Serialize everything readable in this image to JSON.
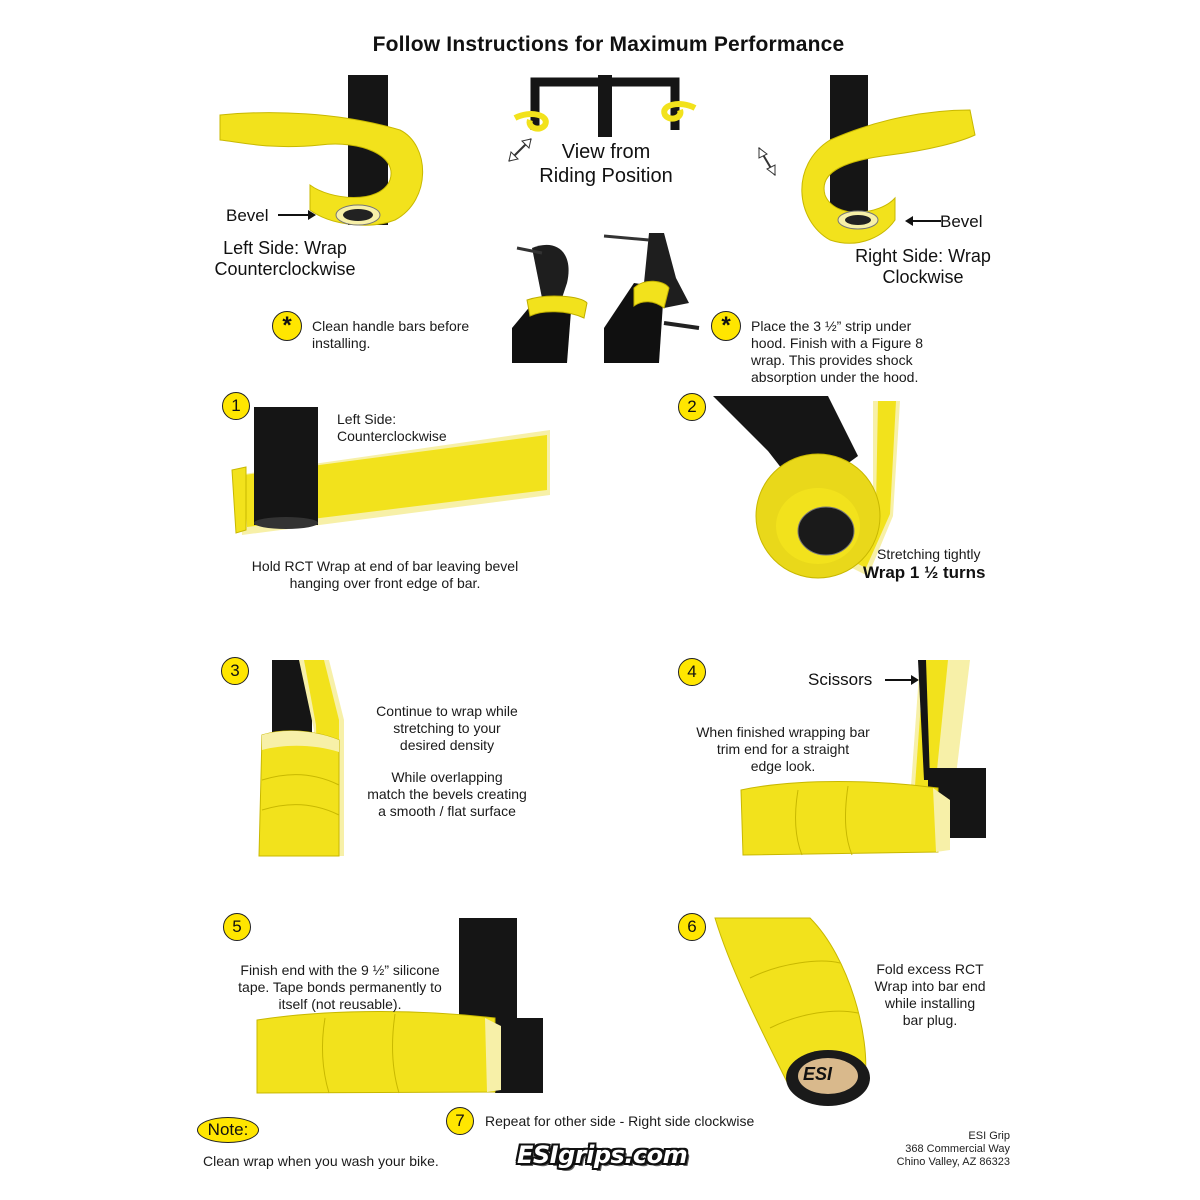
{
  "title": "Follow Instructions for Maximum Performance",
  "header": {
    "view_line1": "View from",
    "view_line2": "Riding Position",
    "bevel_left": "Bevel",
    "bevel_right": "Bevel",
    "left_line1": "Left Side: Wrap",
    "left_line2": "Counterclockwise",
    "right_line1": "Right Side: Wrap",
    "right_line2": "Clockwise",
    "star_symbol": "*",
    "clean_line1": "Clean handle bars before",
    "clean_line2": "installing.",
    "hood_line1": "Place the 3 ½” strip under",
    "hood_line2": "hood. Finish with a Figure 8",
    "hood_line3": "wrap. This provides shock",
    "hood_line4": "absorption under the hood."
  },
  "steps": {
    "s1": {
      "num": "1",
      "label1": "Left Side:",
      "label2": "Counterclockwise",
      "caption1": "Hold RCT Wrap at end of bar leaving bevel",
      "caption2": "hanging over front edge of bar."
    },
    "s2": {
      "num": "2",
      "caption1": "Stretching tightly",
      "caption2": "Wrap 1 ½  turns"
    },
    "s3": {
      "num": "3",
      "l1": "Continue to wrap while",
      "l2": "stretching to your",
      "l3": "desired density",
      "l4": "While overlapping",
      "l5": "match the bevels creating",
      "l6": "a smooth / flat surface"
    },
    "s4": {
      "num": "4",
      "scissors": "Scissors",
      "l1": "When finished wrapping bar",
      "l2": "trim end for a straight",
      "l3": "edge look."
    },
    "s5": {
      "num": "5",
      "l1": "Finish end with the 9 ½” silicone",
      "l2": "tape. Tape bonds permanently to",
      "l3": "itself (not reusable)."
    },
    "s6": {
      "num": "6",
      "l1": "Fold excess RCT",
      "l2": "Wrap into bar end",
      "l3": "while installing",
      "l4": "bar plug.",
      "plug_text": "ESI"
    },
    "s7": {
      "num": "7",
      "text": "Repeat for other side - Right side clockwise"
    }
  },
  "footer": {
    "note_label": "Note:",
    "note_text": "Clean wrap when you wash your bike.",
    "logo": "ESIgrips.com",
    "company": "ESI Grip",
    "street": "368 Commercial Way",
    "city": "Chino Valley, AZ 86323"
  },
  "colors": {
    "tape_yellow": "#f2e21c",
    "tape_edge": "#f7f0a8",
    "bar_black": "#151515",
    "badge_yellow": "#ffe600"
  }
}
